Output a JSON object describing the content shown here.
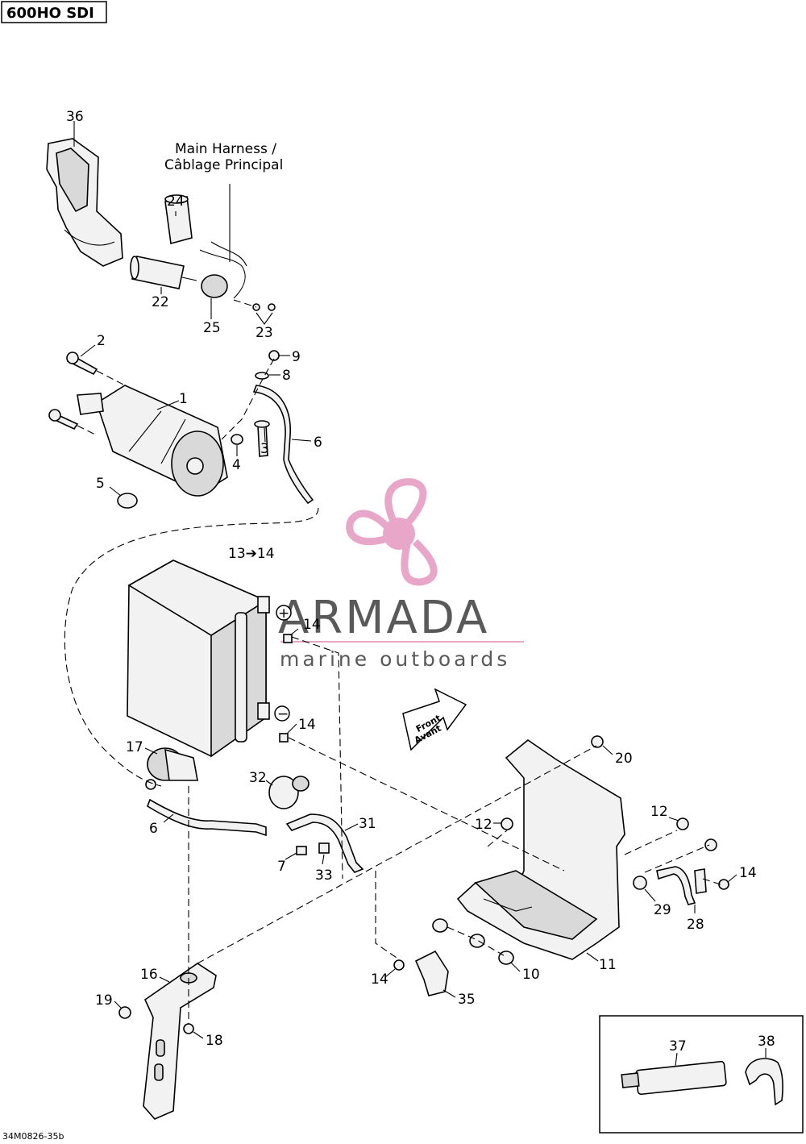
{
  "model_label": "600HO SDI",
  "figure_code": "34M0826-35b",
  "harness_note": [
    "Main Harness /",
    "Câblage Principal"
  ],
  "battery_label": "13➔14",
  "front_label": [
    "Front",
    "Avant"
  ],
  "polarity": {
    "positive": "+",
    "negative": "−"
  },
  "brand": {
    "name": "ARMADA",
    "tagline": "marine outboards",
    "logo_color": "#e8a6c8",
    "text_color": "#595959"
  },
  "callouts": {
    "c1": "1",
    "c2": "2",
    "c3": "3",
    "c4": "4",
    "c5": "5",
    "c6a": "6",
    "c6b": "6",
    "c7": "7",
    "c8": "8",
    "c9": "9",
    "c10": "10",
    "c11": "11",
    "c12a": "12",
    "c12b": "12",
    "c14a": "14",
    "c14b": "14",
    "c14c": "14",
    "c14d": "14",
    "c16": "16",
    "c17": "17",
    "c18": "18",
    "c19": "19",
    "c20": "20",
    "c22": "22",
    "c23": "23",
    "c24": "24",
    "c25": "25",
    "c28": "28",
    "c29": "29",
    "c31": "31",
    "c32": "32",
    "c33": "33",
    "c35": "35",
    "c36": "36",
    "c37": "37",
    "c38": "38"
  }
}
